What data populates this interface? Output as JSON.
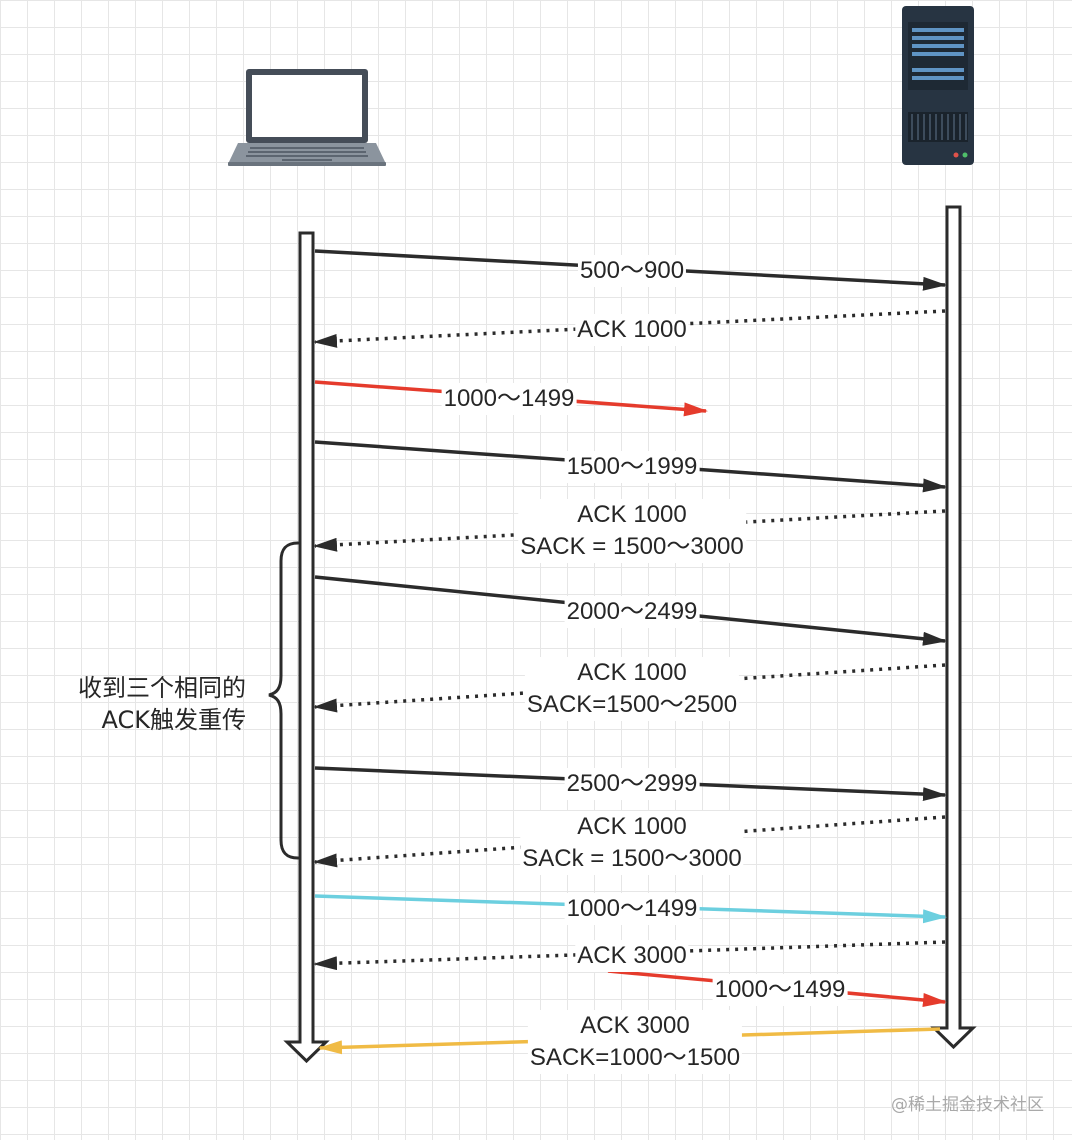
{
  "colors": {
    "black": "#2b2b2b",
    "red": "#e53b2c",
    "cyan": "#6ccfdf",
    "yellow": "#f0bb45"
  },
  "icons": {
    "client": "laptop-icon",
    "server": "server-icon"
  },
  "messages": [
    {
      "dir": "to-server",
      "style": "solid",
      "color": "black",
      "lines": [
        "500～900"
      ]
    },
    {
      "dir": "to-client",
      "style": "dotted",
      "color": "black",
      "lines": [
        "ACK 1000"
      ]
    },
    {
      "dir": "to-server",
      "style": "solid",
      "color": "red",
      "lost": true,
      "lines": [
        "1000～1499"
      ]
    },
    {
      "dir": "to-server",
      "style": "solid",
      "color": "black",
      "lines": [
        "1500～1999"
      ]
    },
    {
      "dir": "to-client",
      "style": "dotted",
      "color": "black",
      "lines": [
        "ACK 1000",
        "SACK = 1500～3000"
      ]
    },
    {
      "dir": "to-server",
      "style": "solid",
      "color": "black",
      "lines": [
        "2000～2499"
      ]
    },
    {
      "dir": "to-client",
      "style": "dotted",
      "color": "black",
      "lines": [
        "ACK 1000",
        "SACK=1500～2500"
      ]
    },
    {
      "dir": "to-server",
      "style": "solid",
      "color": "black",
      "lines": [
        "2500～2999"
      ]
    },
    {
      "dir": "to-client",
      "style": "dotted",
      "color": "black",
      "lines": [
        "ACK 1000",
        "SACk = 1500～3000"
      ]
    },
    {
      "dir": "to-server",
      "style": "solid",
      "color": "cyan",
      "lines": [
        "1000～1499"
      ]
    },
    {
      "dir": "to-client",
      "style": "dotted",
      "color": "black",
      "lines": [
        "ACK 3000"
      ]
    },
    {
      "dir": "to-server",
      "style": "solid",
      "color": "red",
      "lines": [
        "1000～1499"
      ]
    },
    {
      "dir": "to-client",
      "style": "solid",
      "color": "yellow",
      "lines": [
        "ACK 3000",
        "SACK=1000～1500"
      ]
    }
  ],
  "brace_label": [
    "收到三个相同的",
    "ACK触发重传"
  ],
  "watermark": "@稀土掘金技术社区"
}
